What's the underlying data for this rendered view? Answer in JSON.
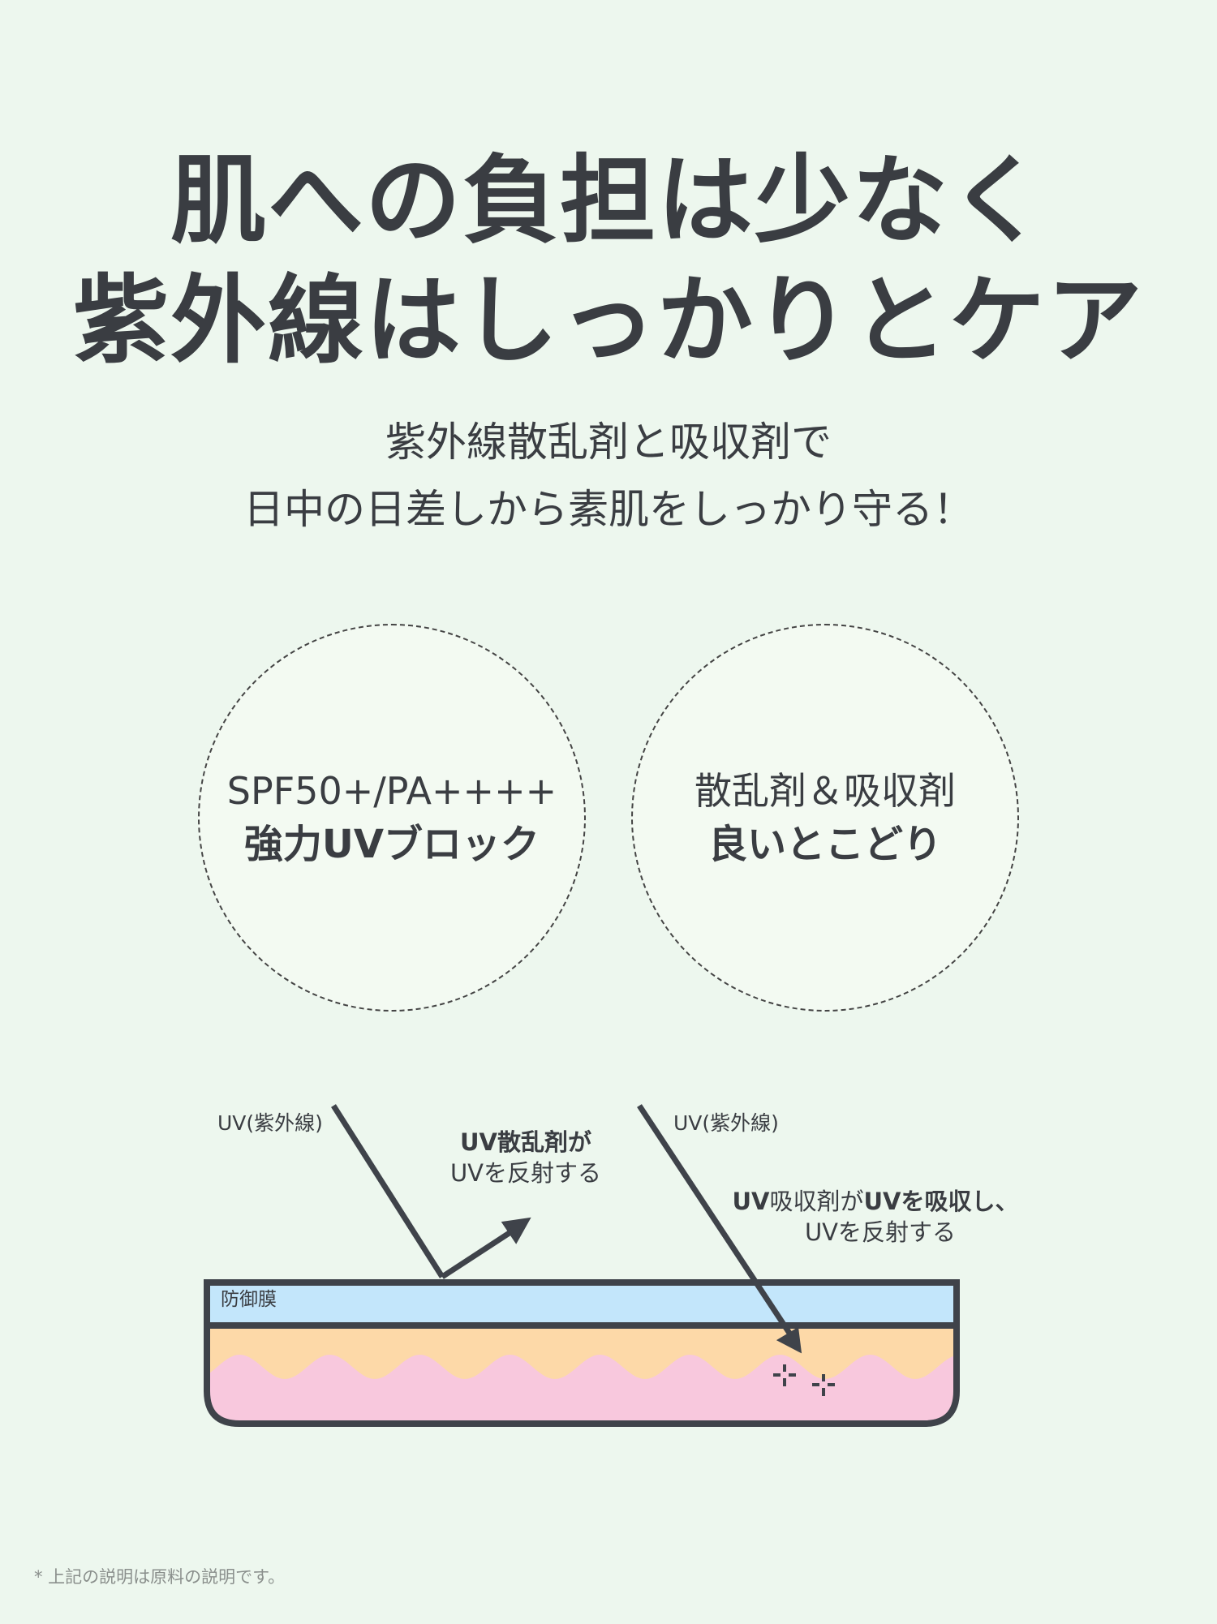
{
  "headline": {
    "line1": "肌への負担は少なく",
    "line2": "紫外線はしっかりとケア"
  },
  "subtitle": {
    "line1": "紫外線散乱剤と吸収剤で",
    "line2": "日中の日差しから素肌をしっかり守る！"
  },
  "circles": [
    {
      "line1": "SPF50+/PA++++",
      "line2": "強力UVブロック"
    },
    {
      "line1": "散乱剤＆吸収剤",
      "line2": "良いとこどり"
    }
  ],
  "diagram": {
    "uv_label_left": "UV(紫外線)",
    "uv_label_right": "UV(紫外線)",
    "scatter_bold": "UV散乱剤が",
    "scatter_text": "UVを反射する",
    "absorb_part1": "UV",
    "absorb_part2": "吸収剤が",
    "absorb_part3": "UVを吸収し、",
    "absorb_text": "UVを反射する",
    "layer_label": "防御膜",
    "colors": {
      "film": "#c3e6fb",
      "skin_top": "#fdd9a8",
      "skin_bottom": "#f8c8dd",
      "stroke": "#3f434a"
    }
  },
  "footnote": "* 上記の説明は原料の説明です。"
}
